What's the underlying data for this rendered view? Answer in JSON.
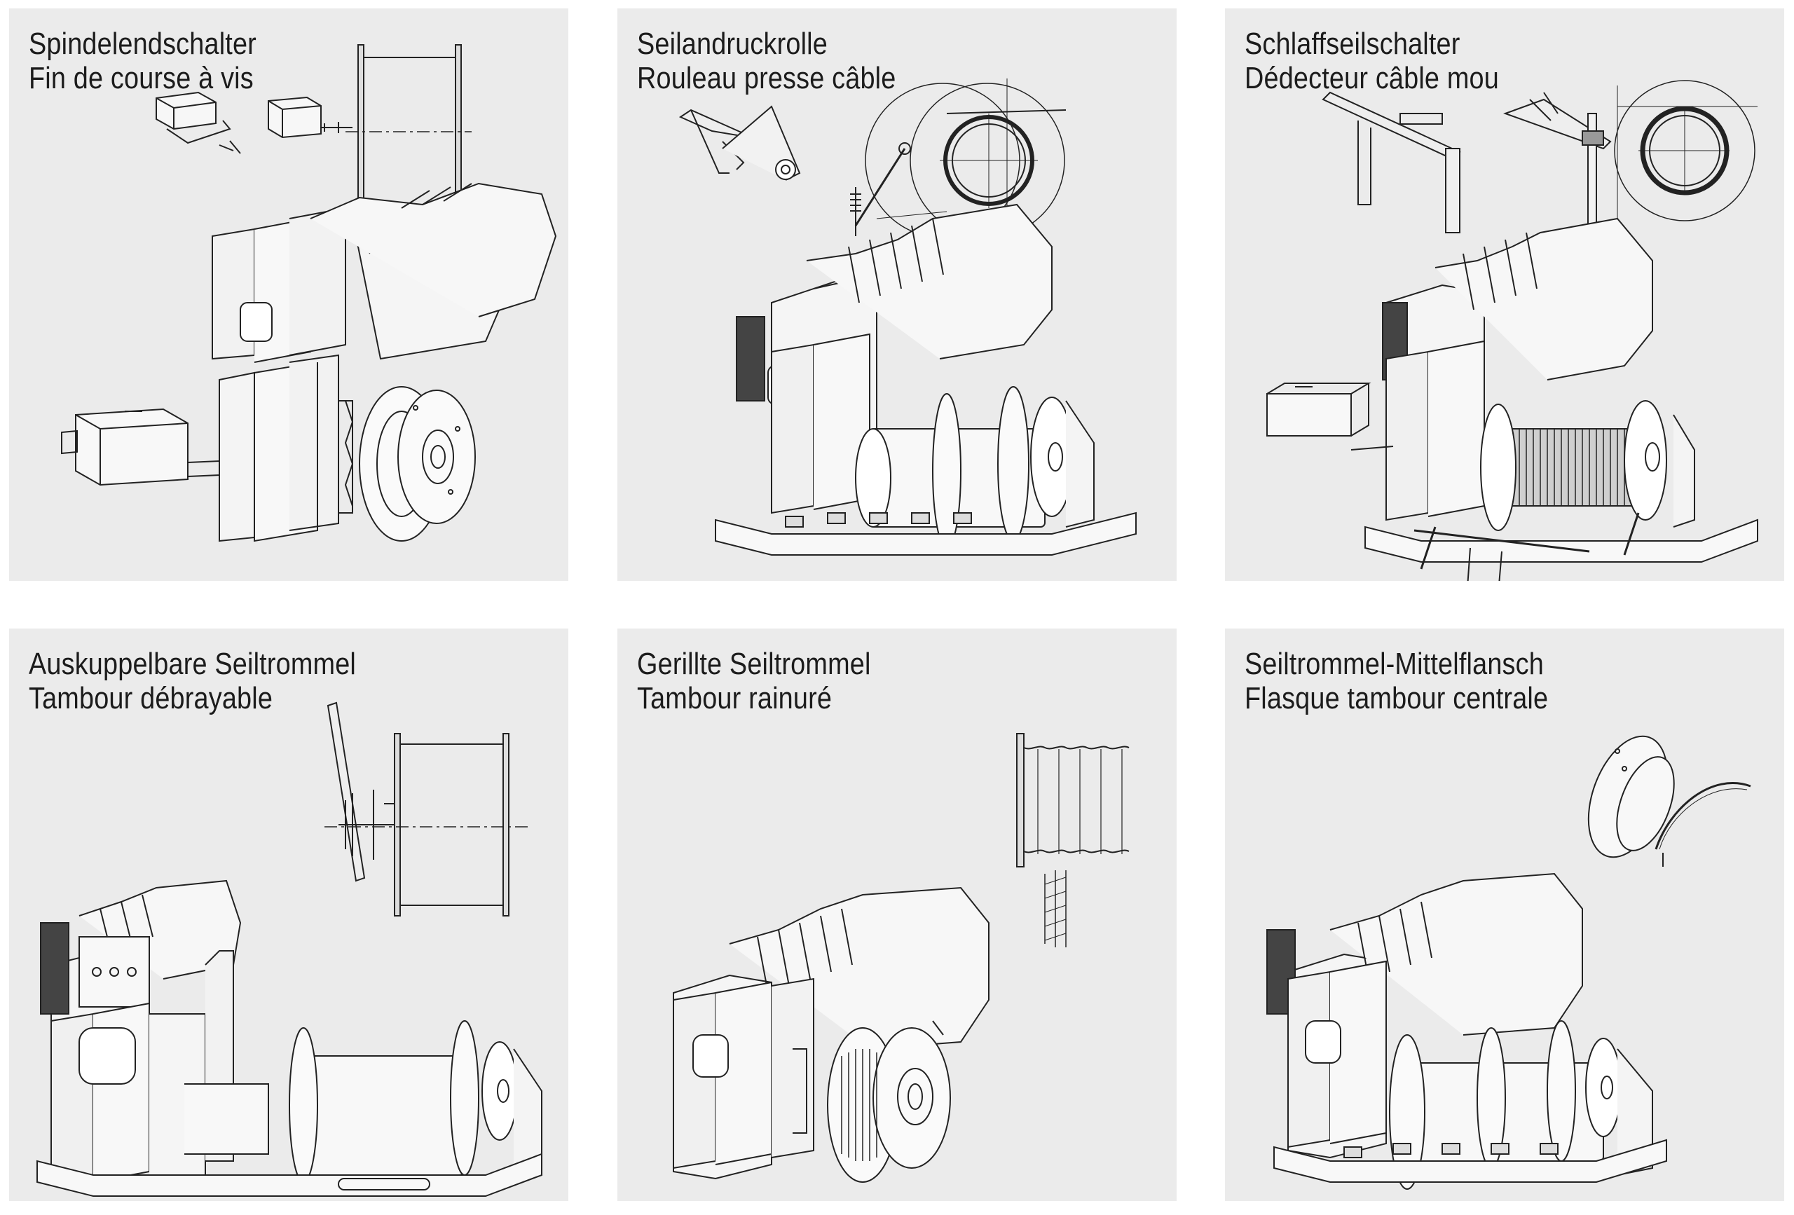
{
  "panels": [
    {
      "title_de": "Spindelendschalter",
      "title_fr": "Fin de course à vis",
      "detail": "spindle-limit-switch"
    },
    {
      "title_de": "Seilandruckrolle",
      "title_fr": "Rouleau presse câble",
      "detail": "rope-pressure-roller"
    },
    {
      "title_de": "Schlaffseilschalter",
      "title_fr": "Dédecteur câble mou",
      "detail": "slack-rope-switch"
    },
    {
      "title_de": "Auskuppelbare Seiltrommel",
      "title_fr": "Tambour débrayable",
      "detail": "disengageable-drum"
    },
    {
      "title_de": "Gerillte Seiltrommel",
      "title_fr": "Tambour rainuré",
      "detail": "grooved-drum"
    },
    {
      "title_de": "Seiltrommel-Mittelflansch",
      "title_fr": "Flasque tambour centrale",
      "detail": "drum-center-flange"
    }
  ],
  "colors": {
    "panel_bg": "#ebebeb",
    "line": "#222222",
    "text": "#1c1c1c"
  }
}
